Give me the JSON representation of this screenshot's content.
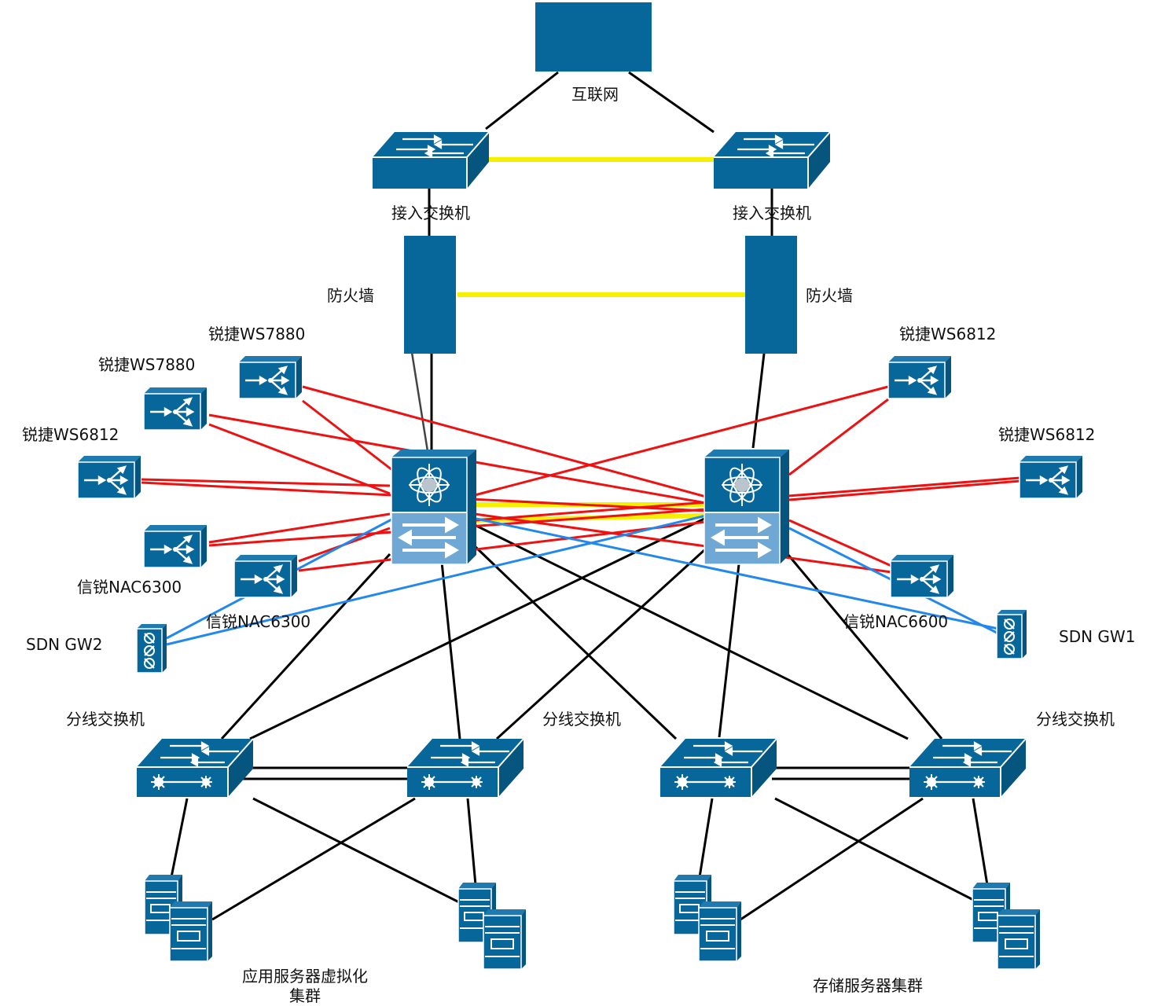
{
  "colors": {
    "device": "#07679a",
    "device_light": "#6fa8d4",
    "link_black": "#000000",
    "link_red": "#ee1111",
    "link_blue": "#2288ee",
    "link_yellow": "#f5f000"
  },
  "labels": {
    "internet": "互联网",
    "access_switch_left": "接入交换机",
    "access_switch_right": "接入交换机",
    "firewall_left": "防火墙",
    "firewall_right": "防火墙",
    "ruijie_ws7880_a": "锐捷WS7880",
    "ruijie_ws7880_b": "锐捷WS7880",
    "ruijie_ws6812_left": "锐捷WS6812",
    "ruijie_ws6812_right_top": "锐捷WS6812",
    "ruijie_ws6812_right": "锐捷WS6812",
    "nac6300_a": "信锐NAC6300",
    "nac6300_b": "信锐NAC6300",
    "nac6600": "信锐NAC6600",
    "sdn_gw2": "SDN GW2",
    "sdn_gw1": "SDN GW1",
    "dist_switch_1": "分线交换机",
    "dist_switch_2": "分线交换机",
    "dist_switch_3": "分线交换机",
    "cluster_app": "应用服务器虚拟化集群",
    "cluster_storage": "存储服务器集群"
  },
  "icons": {
    "internet": "cloud-block",
    "access_switch": "workgroup-switch-icon",
    "firewall": "firewall-icon",
    "wireless_controller": "router-arrows-icon",
    "sdn_gateway": "gateway-icon",
    "core_switch": "layer3-core-switch-icon",
    "dist_switch": "distribution-switch-icon",
    "server_pair": "server-pair-icon"
  }
}
